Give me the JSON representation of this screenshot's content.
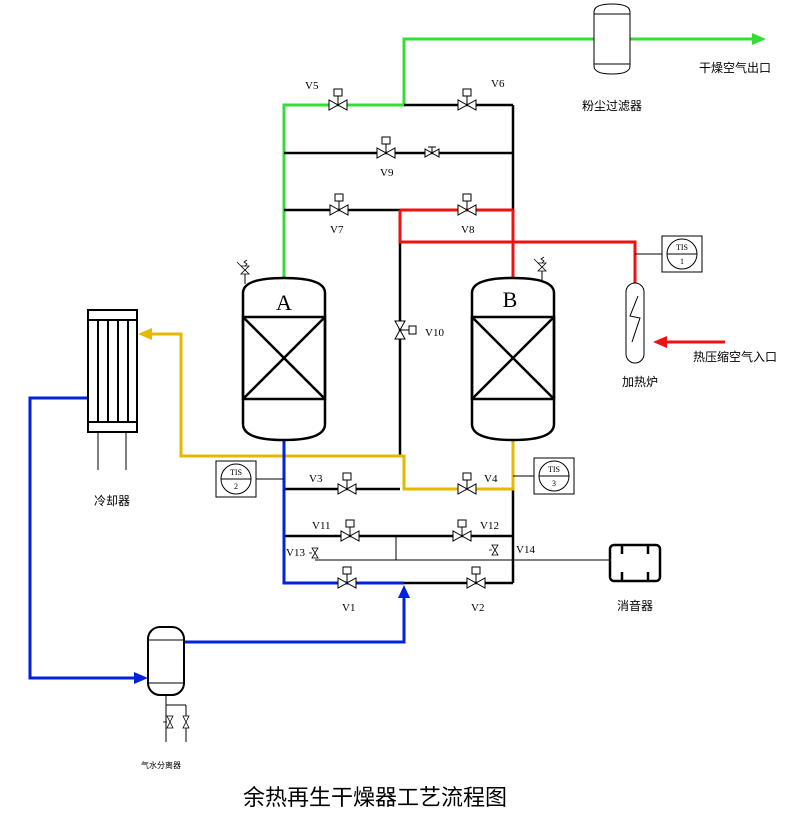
{
  "title": "余热再生干燥器工艺流程图",
  "colors": {
    "dry_air": "#33dd33",
    "hot_air": "#ee1111",
    "cooling": "#e6b800",
    "regen": "#0022dd",
    "pipe": "#000000"
  },
  "vessels": {
    "a": "A",
    "b": "B"
  },
  "valves": {
    "v1": "V1",
    "v2": "V2",
    "v3": "V3",
    "v4": "V4",
    "v5": "V5",
    "v6": "V6",
    "v7": "V7",
    "v8": "V8",
    "v9": "V9",
    "v10": "V10",
    "v11": "V11",
    "v12": "V12",
    "v13": "V13",
    "v14": "V14"
  },
  "instruments": {
    "tis1": {
      "tag": "TIS",
      "num": "1"
    },
    "tis2": {
      "tag": "TIS",
      "num": "2"
    },
    "tis3": {
      "tag": "TIS",
      "num": "3"
    }
  },
  "equipment": {
    "dust_filter": "粉尘过滤器",
    "heater": "加热炉",
    "cooler": "冷却器",
    "muffler": "消音器",
    "separator": "气水分离器"
  },
  "streams": {
    "dry_air_outlet": "干燥空气出口",
    "hot_air_inlet": "热压缩空气入口"
  }
}
